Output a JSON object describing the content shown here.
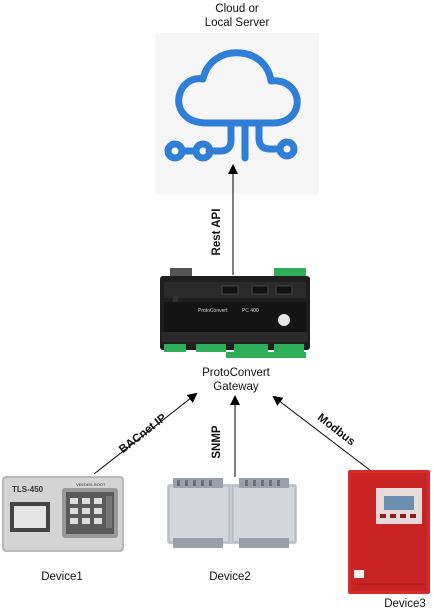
{
  "server": {
    "label_line1": "Cloud or",
    "label_line2": "Local Server",
    "icon": "cloud-network-icon",
    "icon_color": "#2f7fd8"
  },
  "gateway": {
    "label_line1": "ProtoConvert",
    "label_line2": "Gateway",
    "device_brand": "ProtoConvert",
    "device_model": "PC 400",
    "terminal_color": "#2fae5a"
  },
  "links": {
    "rest_api": "Rest API",
    "bacnet": "BACnet IP",
    "snmp": "SNMP",
    "modbus": "Modbus"
  },
  "devices": [
    {
      "label": "Device1",
      "panel_text": "TLS-450",
      "panel_brand": "VEEDER-ROOT"
    },
    {
      "label": "Device2"
    },
    {
      "label": "Device3"
    }
  ],
  "colors": {
    "device3_body": "#d52b2b",
    "device2_body": "#c7ccd1"
  }
}
